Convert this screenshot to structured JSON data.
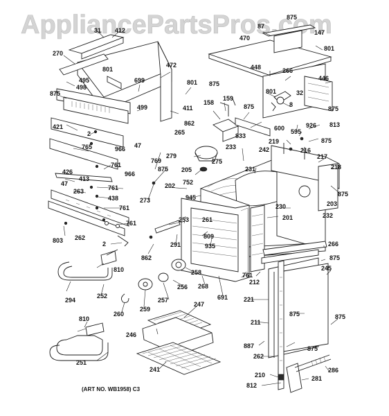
{
  "watermark": "AppliancePartsPros.com",
  "art_number": "(ART NO. WB1958)  C3",
  "labels": [
    "875",
    "87",
    "147",
    "31",
    "412",
    "470",
    "801",
    "270",
    "801",
    "448",
    "266",
    "446",
    "472",
    "699",
    "801",
    "875",
    "801",
    "32",
    "875",
    "495",
    "498",
    "875",
    "158",
    "159",
    "875",
    "8",
    "926",
    "813",
    "411",
    "499",
    "862",
    "833",
    "600",
    "595",
    "875",
    "421",
    "2",
    "765",
    "966",
    "47",
    "265",
    "242",
    "219",
    "216",
    "769",
    "233",
    "217",
    "218",
    "761",
    "279",
    "275",
    "205",
    "231",
    "875",
    "426",
    "413",
    "966",
    "875",
    "752",
    "273",
    "202",
    "945",
    "203",
    "761",
    "47",
    "263",
    "438",
    "230",
    "761",
    "201",
    "232",
    "761",
    "253",
    "261",
    "809",
    "262",
    "2",
    "935",
    "266",
    "803",
    "291",
    "862",
    "875",
    "810",
    "258",
    "761",
    "212",
    "245",
    "294",
    "252",
    "256",
    "268",
    "691",
    "257",
    "221",
    "260",
    "259",
    "247",
    "875",
    "875",
    "246",
    "211",
    "810",
    "887",
    "251",
    "262",
    "875",
    "286",
    "241",
    "210",
    "281",
    "812"
  ]
}
